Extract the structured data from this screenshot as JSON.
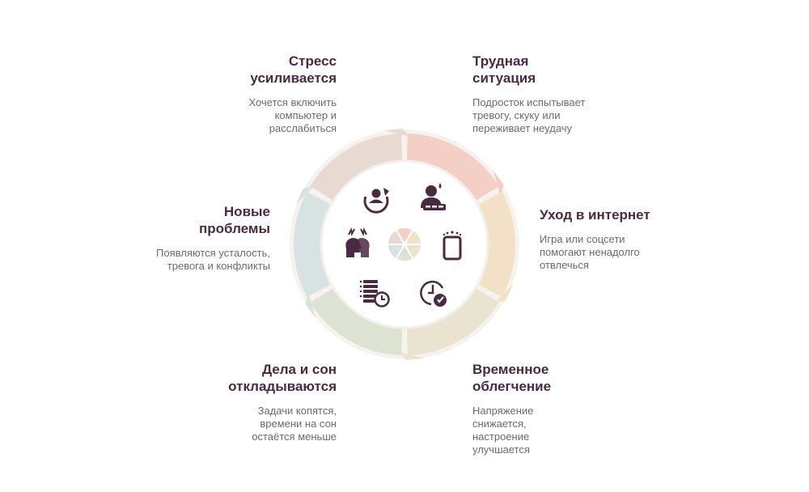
{
  "colors": {
    "title": "#4a2a42",
    "text": "#6b6b6b",
    "icon": "#4a2a42",
    "ring_border": "#f7f2ee",
    "segments": [
      "#f4cfc5",
      "#f2e1c6",
      "#e9e4cf",
      "#dde3d2",
      "#d6e3e2",
      "#e9d9d3"
    ]
  },
  "stages": [
    {
      "key": "difficult",
      "title": "Трудная\nситуация",
      "text": "Подросток испытывает\nтревогу, скуку или\nпереживает неудачу",
      "icon": "sad-person-icon"
    },
    {
      "key": "internet",
      "title": "Уход в интернет",
      "text": "Игра или соцсети\nпомогают ненадолго\nотвлечься",
      "icon": "smartphone-icon"
    },
    {
      "key": "relief",
      "title": "Временное\nоблегчение",
      "text": "Напряжение\nснижается,\nнастроение\nулучшается",
      "icon": "relief-clock-icon"
    },
    {
      "key": "postpone",
      "title": "Дела и сон\nоткладываются",
      "text": "Задачи копятся,\nвремени на сон\nостаётся меньше",
      "icon": "task-list-clock-icon"
    },
    {
      "key": "problems",
      "title": "Новые\nпроблемы",
      "text": "Появляются усталость,\nтревога и конфликты",
      "icon": "conflict-heads-icon"
    },
    {
      "key": "stress",
      "title": "Стресс\nусиливается",
      "text": "Хочется включить\nкомпьютер и\nрасслабиться",
      "icon": "cycle-person-icon"
    }
  ]
}
